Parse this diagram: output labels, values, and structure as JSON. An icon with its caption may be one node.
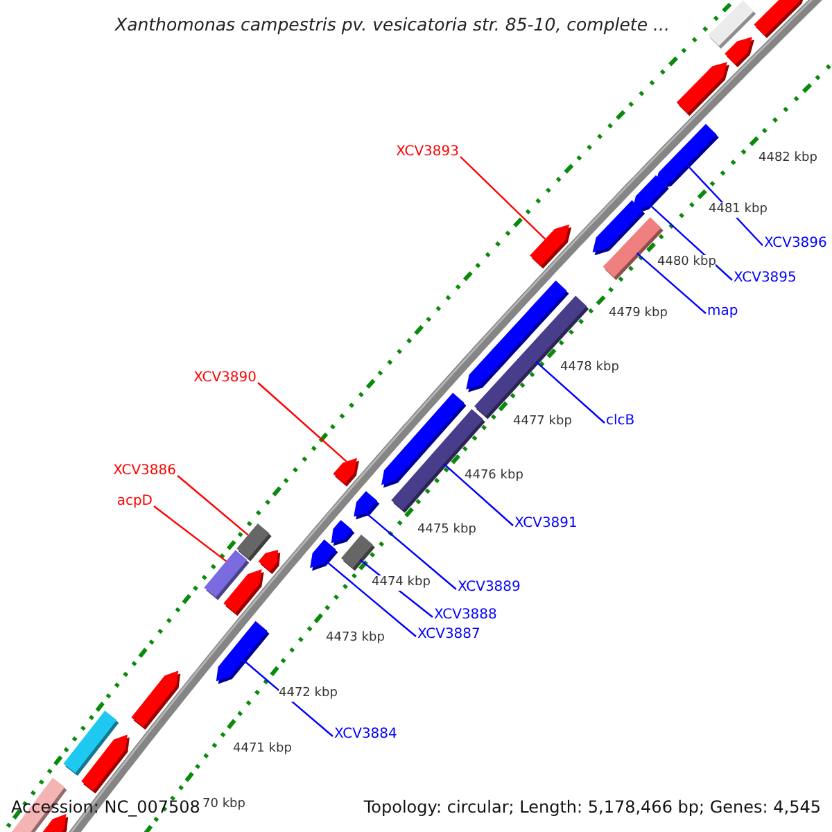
{
  "diagram": {
    "title": "Xanthomonas campestris pv. vesicatoria str. 85-10, complete ...",
    "nodes": [
      {
        "text": [
          "XCV3893"
        ]
      },
      {
        "text": [
          "XCV3896"
        ]
      },
      {
        "text": [
          "XCV3895"
        ]
      },
      {
        "text": [
          "map"
        ]
      },
      {
        "text": [
          "XCV3890"
        ]
      },
      {
        "text": [
          "clcB"
        ]
      },
      {
        "text": [
          "XCV3886"
        ]
      },
      {
        "text": [
          "acpD"
        ]
      },
      {
        "text": [
          "XCV3891"
        ]
      },
      {
        "text": [
          "XCV3889"
        ]
      },
      {
        "text": [
          "XCV3888"
        ]
      },
      {
        "text": [
          "XCV3887"
        ]
      },
      {
        "text": [
          "XCV3884"
        ]
      },
      {
        "text": [],
        "shape": "pentagon"
      },
      {
        "text": [],
        "shape": "bar"
      },
      {
        "text": [],
        "shape": "pentagon"
      },
      {
        "text": [],
        "shape": "pentagon"
      },
      {
        "text": [],
        "shape": "pentagon"
      },
      {
        "text": [],
        "shape": "pentagon"
      },
      {
        "text": [],
        "shape": "pentagon"
      },
      {
        "text": [],
        "shape": "bar"
      },
      {
        "text": [],
        "shape": "pentagon"
      },
      {
        "text": [],
        "shape": "pentagon"
      },
      {
        "text": [],
        "shape": "bar"
      },
      {
        "text": [],
        "shape": "pentagon"
      },
      {
        "text": [],
        "shape": "bar"
      },
      {
        "text": [],
        "shape": "pentagon"
      },
      {
        "text": [],
        "shape": "pentagon"
      },
      {
        "text": [],
        "shape": "pentagon"
      },
      {
        "text": [],
        "shape": "bar"
      },
      {
        "text": [],
        "shape": "bar"
      },
      {
        "text": [],
        "shape": "pentagon"
      },
      {
        "text": [],
        "shape": "pentagon"
      },
      {
        "text": [],
        "shape": "bar"
      },
      {
        "text": [],
        "shape": "pentagon"
      },
      {
        "text": [],
        "shape": "pentagon"
      },
      {
        "text": [],
        "shape": "pentagon"
      },
      {
        "text": [],
        "shape": "bar"
      },
      {
        "text": [],
        "shape": "pentagon"
      },
      {
        "text": [],
        "shape": "bar"
      },
      {
        "text": [],
        "shape": "pentagon"
      }
    ],
    "edges": [
      {
        "from": 0,
        "to": 21,
        "arrow": "none",
        "color": "#ff0000"
      },
      {
        "from": 1,
        "to": 17,
        "arrow": "none"
      },
      {
        "from": 2,
        "to": 18,
        "arrow": "none"
      },
      {
        "from": 3,
        "to": 20,
        "arrow": "none"
      },
      {
        "from": 4,
        "to": 26,
        "arrow": "none",
        "color": "#ff0000"
      },
      {
        "from": 5,
        "to": 23,
        "arrow": "none"
      },
      {
        "from": 6,
        "to": 29,
        "arrow": "none",
        "color": "#ff0000"
      },
      {
        "from": 7,
        "to": 33,
        "arrow": "none",
        "color": "#ff0000"
      },
      {
        "from": 8,
        "to": 25,
        "arrow": "none"
      },
      {
        "from": 9,
        "to": 27,
        "arrow": "none"
      },
      {
        "from": 10,
        "to": 30,
        "arrow": "none"
      },
      {
        "from": 11,
        "to": 31,
        "arrow": "none"
      },
      {
        "from": 12,
        "to": 35,
        "arrow": "none"
      }
    ],
    "labels": [
      "4482 kbp",
      "4481 kbp",
      "4480 kbp",
      "4479 kbp",
      "4478 kbp",
      "4477 kbp",
      "4476 kbp",
      "4475 kbp",
      "4474 kbp",
      "4473 kbp",
      "4472 kbp",
      "4471 kbp",
      "70 kbp",
      "Accession: NC_007508",
      "Topology: circular; Length: 5,178,466 bp; Genes: 4,545"
    ]
  }
}
